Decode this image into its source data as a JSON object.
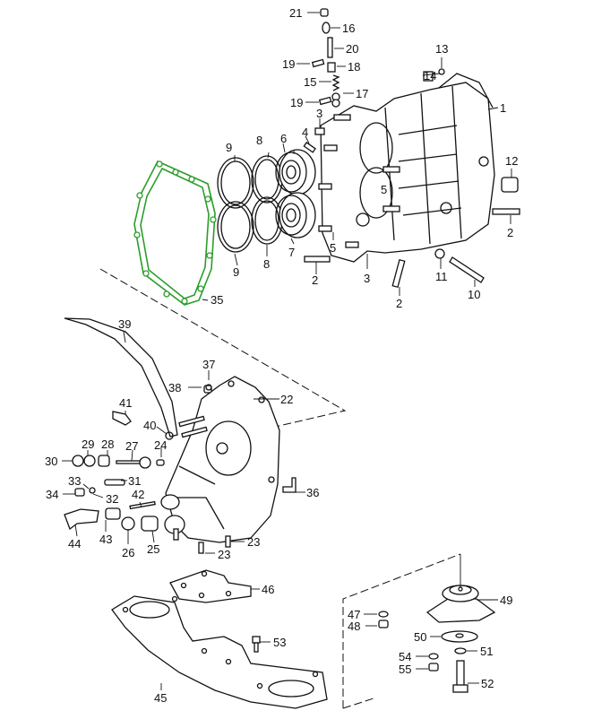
{
  "diagram": {
    "type": "exploded-parts-diagram",
    "highlight_color": "#2a9d2a",
    "highlighted_part": "35",
    "callouts": {
      "c1": "1",
      "c2a": "2",
      "c2b": "2",
      "c2c": "2",
      "c3a": "3",
      "c3b": "3",
      "c4": "4",
      "c5a": "5",
      "c5b": "5",
      "c6": "6",
      "c7": "7",
      "c8a": "8",
      "c8b": "8",
      "c9a": "9",
      "c9b": "9",
      "c10": "10",
      "c11": "11",
      "c12": "12",
      "c13": "13",
      "c14": "14",
      "c15": "15",
      "c16": "16",
      "c17": "17",
      "c18": "18",
      "c19a": "19",
      "c19b": "19",
      "c20": "20",
      "c21": "21",
      "c22": "22",
      "c23a": "23",
      "c23b": "23",
      "c24": "24",
      "c25": "25",
      "c26": "26",
      "c27": "27",
      "c28": "28",
      "c29": "29",
      "c30": "30",
      "c31": "31",
      "c32": "32",
      "c33": "33",
      "c34": "34",
      "c35": "35",
      "c36": "36",
      "c37": "37",
      "c38": "38",
      "c39": "39",
      "c40": "40",
      "c41": "41",
      "c42": "42",
      "c43": "43",
      "c44": "44",
      "c45": "45",
      "c46": "46",
      "c47": "47",
      "c48": "48",
      "c49": "49",
      "c50": "50",
      "c51": "51",
      "c52": "52",
      "c53": "53",
      "c54": "54",
      "c55": "55"
    }
  }
}
